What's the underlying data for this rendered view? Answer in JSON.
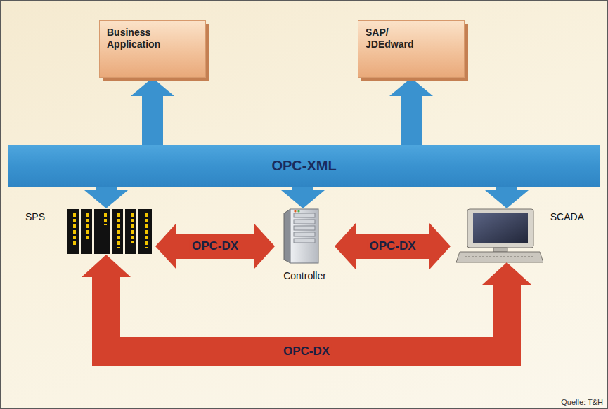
{
  "diagram": {
    "nodes": [
      {
        "text": [
          "Business Application"
        ]
      },
      {
        "text": [
          "SAP/ JDEdward"
        ]
      },
      {
        "text": [
          "OPC-XML"
        ]
      },
      {
        "text": [
          "SPS"
        ]
      },
      {
        "text": [
          "Controller"
        ]
      },
      {
        "text": [
          "SCADA"
        ]
      }
    ],
    "edges": [
      {
        "from": 2,
        "to": 0,
        "arrow": "to"
      },
      {
        "from": 2,
        "to": 1,
        "arrow": "to"
      },
      {
        "from": 2,
        "to": 3,
        "arrow": "to"
      },
      {
        "from": 2,
        "to": 4,
        "arrow": "to"
      },
      {
        "from": 2,
        "to": 5,
        "arrow": "to"
      },
      {
        "from": 3,
        "to": 4,
        "label": "OPC-DX",
        "arrow": "both"
      },
      {
        "from": 4,
        "to": 5,
        "label": "OPC-DX",
        "arrow": "both"
      },
      {
        "from": 3,
        "to": 5,
        "label": "OPC-DX",
        "arrow": "both"
      }
    ],
    "labels": [
      "Quelle: T&H"
    ]
  }
}
